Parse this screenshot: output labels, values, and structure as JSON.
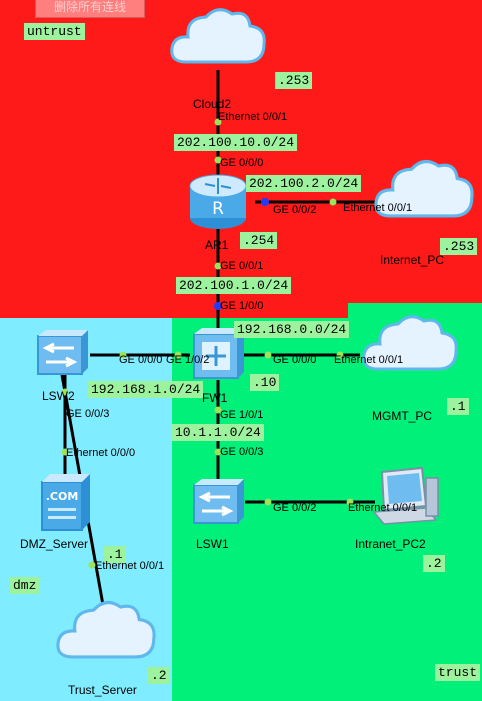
{
  "toolbar": {
    "clear_label": "删除所有连线"
  },
  "zones": {
    "untrust": "untrust",
    "dmz": "dmz",
    "trust": "trust"
  },
  "devices": {
    "cloud2": "Cloud2",
    "ar1": "AR1",
    "internet_pc": "Internet_PC",
    "fw1": "FW1",
    "lsw2": "LSW2",
    "mgmt_pc": "MGMT_PC",
    "lsw1": "LSW1",
    "dmz_server": "DMZ_Server",
    "intranet_pc2": "Intranet_PC2",
    "trust_server": "Trust_Server"
  },
  "ports": {
    "cloud2_e001": "Ethernet 0/0/1",
    "ar1_ge000": "GE 0/0/0",
    "ar1_ge002": "GE 0/0/2",
    "internet_e001": "Ethernet 0/0/1",
    "ar1_ge001": "GE 0/0/1",
    "fw1_ge100": "GE 1/0/0",
    "lsw2_ge000": "GE 0/0/0",
    "fw1_ge102": "GE 1/0/2",
    "fw1_ge000": "GE 0/0/0",
    "mgmt_e001": "Ethernet 0/0/1",
    "lsw2_ge003": "GE 0/0/3",
    "fw1_ge101": "GE 1/0/1",
    "dmz_e000": "Ethernet 0/0/0",
    "lsw1_ge003": "GE 0/0/3",
    "lsw1_ge002": "GE 0/0/2",
    "intranet_e001": "Ethernet 0/0/1",
    "trust_server_e001": "Ethernet 0/0/1"
  },
  "subnets": {
    "cloud_net": "202.100.10.0/24",
    "internet_net": "202.100.2.0/24",
    "ar_fw_net": "202.100.1.0/24",
    "mgmt_net": "192.168.0.0/24",
    "dmz_net": "192.168.1.0/24",
    "trust_net": "10.1.1.0/24"
  },
  "hosts": {
    "cloud2": ".253",
    "ar1": ".254",
    "internet_pc": ".253",
    "fw1": ".10",
    "mgmt_pc": ".1",
    "dmz_server": ".1",
    "intranet_pc2": ".2",
    "trust_server": ".2"
  }
}
